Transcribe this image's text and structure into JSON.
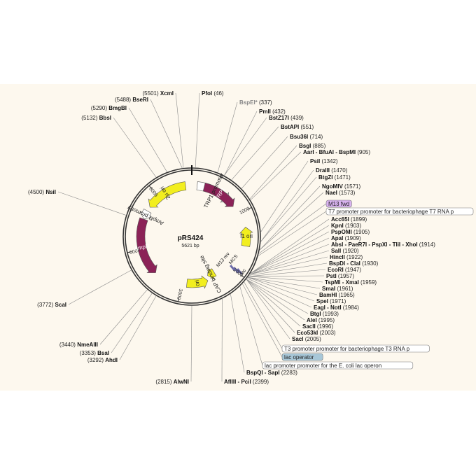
{
  "plasmid": {
    "name": "pRS424",
    "size": "5621 bp"
  },
  "colors": {
    "background": "#fdf8ee",
    "backbone": "#333333",
    "ori": "#f2ee1f",
    "marker": "#8b2257",
    "promoter": "#ffffff",
    "primer": "#d9b3f0",
    "operator": "#a7c7d8"
  },
  "ticks": [
    {
      "label": "1000",
      "angle": 64
    },
    {
      "label": "2000",
      "angle": 128
    },
    {
      "label": "3000",
      "angle": 192
    },
    {
      "label": "4000",
      "angle": 256
    },
    {
      "label": "5000",
      "angle": 320
    }
  ],
  "features": [
    {
      "name": "TRP1 promoter",
      "color": "#ffffff",
      "r": 73,
      "a0": 6,
      "a1": 46,
      "dir": 1
    },
    {
      "name": "TRP1",
      "color": "#8b2257",
      "r": 73,
      "a0": 14,
      "a1": 54,
      "dir": 1
    },
    {
      "name": "f1 ori",
      "color": "#f2ee1f",
      "r": 78,
      "a0": 80,
      "a1": 100,
      "dir": -1
    },
    {
      "name": "ori",
      "color": "#f2ee1f",
      "r": 67,
      "a0": 160,
      "a1": 186,
      "dir": -1
    },
    {
      "name": "CAP binding site",
      "color": "#f2ee1f",
      "r": 60,
      "a0": 148,
      "a1": 158,
      "dir": 1
    },
    {
      "name": "AmpR",
      "color": "#8b2257",
      "r": 73,
      "a0": 225,
      "a1": 290,
      "dir": -1
    },
    {
      "name": "AmpR promoter",
      "color": "#ffffff",
      "r": 73,
      "a0": 290,
      "a1": 300,
      "dir": -1
    },
    {
      "name": "2µ ori",
      "color": "#f2ee1f",
      "r": 73,
      "a0": 305,
      "a1": 353,
      "dir": -1
    }
  ],
  "inner_labels": [
    {
      "text": "MCS"
    },
    {
      "text": "M13 rev"
    },
    {
      "text": "lac"
    }
  ],
  "sites": [
    {
      "name": "XcmI",
      "pos": "(5501)",
      "a": 353
    },
    {
      "name": "BseRI",
      "pos": "(5488)",
      "a": 352
    },
    {
      "name": "BmgBI",
      "pos": "(5290)",
      "a": 339
    },
    {
      "name": "BbsI",
      "pos": "(5132)",
      "a": 329
    },
    {
      "name": "NsiI",
      "pos": "(4500)",
      "a": 288
    },
    {
      "name": "ScaI",
      "pos": "(3772)",
      "a": 241
    },
    {
      "name": "NmeAIII",
      "pos": "(3440)",
      "a": 220
    },
    {
      "name": "BsaI",
      "pos": "(3353)",
      "a": 215
    },
    {
      "name": "AhdI",
      "pos": "(3292)",
      "a": 211
    },
    {
      "name": "AlwNI",
      "pos": "(2815)",
      "a": 180
    },
    {
      "name": "AflIII - PciI",
      "pos": "(2399)",
      "a": 154
    },
    {
      "name": "BspQI - SapI",
      "pos": "(2283)",
      "a": 146
    },
    {
      "name": "PfoI",
      "pos": "(46)",
      "a": 3
    },
    {
      "name": "BspEI*",
      "pos": "(337)",
      "a": 22,
      "dim": true
    },
    {
      "name": "PmlI",
      "pos": "(432)",
      "a": 28
    },
    {
      "name": "BstZ17I",
      "pos": "(439)",
      "a": 28
    },
    {
      "name": "BstAPI",
      "pos": "(551)",
      "a": 35
    },
    {
      "name": "Bsu36I",
      "pos": "(714)",
      "a": 46
    },
    {
      "name": "BsgI",
      "pos": "(885)",
      "a": 57
    },
    {
      "name": "AarI - BfuAI - BspMI",
      "pos": "(905)",
      "a": 58
    },
    {
      "name": "PsiI",
      "pos": "(1342)",
      "a": 86
    },
    {
      "name": "DraIII",
      "pos": "(1470)",
      "a": 94
    },
    {
      "name": "BtgZI",
      "pos": "(1471)",
      "a": 94
    },
    {
      "name": "NgoMIV",
      "pos": "(1571)",
      "a": 101
    },
    {
      "name": "NaeI",
      "pos": "(1573)",
      "a": 101
    },
    {
      "name": "Acc65I",
      "pos": "(1899)",
      "a": 122
    },
    {
      "name": "KpnI",
      "pos": "(1903)",
      "a": 122
    },
    {
      "name": "PspOMI",
      "pos": "(1905)",
      "a": 122
    },
    {
      "name": "ApaI",
      "pos": "(1909)",
      "a": 122
    },
    {
      "name": "AbsI - PaeR7I - PspXI - TliI - XhoI",
      "pos": "(1914)",
      "a": 123
    },
    {
      "name": "SalI",
      "pos": "(1920)",
      "a": 123
    },
    {
      "name": "HincII",
      "pos": "(1922)",
      "a": 123
    },
    {
      "name": "BspDI - ClaI",
      "pos": "(1930)",
      "a": 124
    },
    {
      "name": "EcoRI",
      "pos": "(1947)",
      "a": 125
    },
    {
      "name": "PstI",
      "pos": "(1957)",
      "a": 125
    },
    {
      "name": "TspMI - XmaI",
      "pos": "(1959)",
      "a": 125
    },
    {
      "name": "SmaI",
      "pos": "(1961)",
      "a": 126
    },
    {
      "name": "BamHI",
      "pos": "(1965)",
      "a": 126
    },
    {
      "name": "SpeI",
      "pos": "(1971)",
      "a": 126
    },
    {
      "name": "EagI - NotI",
      "pos": "(1984)",
      "a": 127
    },
    {
      "name": "BtgI",
      "pos": "(1993)",
      "a": 128
    },
    {
      "name": "AleI",
      "pos": "(1995)",
      "a": 128
    },
    {
      "name": "SacII",
      "pos": "(1996)",
      "a": 128
    },
    {
      "name": "Eco53kI",
      "pos": "(2003)",
      "a": 128
    },
    {
      "name": "SacI",
      "pos": "(2005)",
      "a": 128
    }
  ],
  "boxed_labels": [
    {
      "text": "M13 fwd",
      "color": "#d9b3f0",
      "a": 104
    },
    {
      "text": "T7 promoter promoter for bacteriophage T7 RNA p",
      "color": "#ffffff",
      "a": 106
    },
    {
      "text": "T3 promoter promoter for bacteriophage T3 RNA p",
      "color": "#ffffff",
      "a": 131
    },
    {
      "text": "lac operator",
      "color": "#a7c7d8",
      "a": 133
    },
    {
      "text": "lac promoter promoter for the E. coli lac operon",
      "color": "#ffffff",
      "a": 136
    }
  ]
}
